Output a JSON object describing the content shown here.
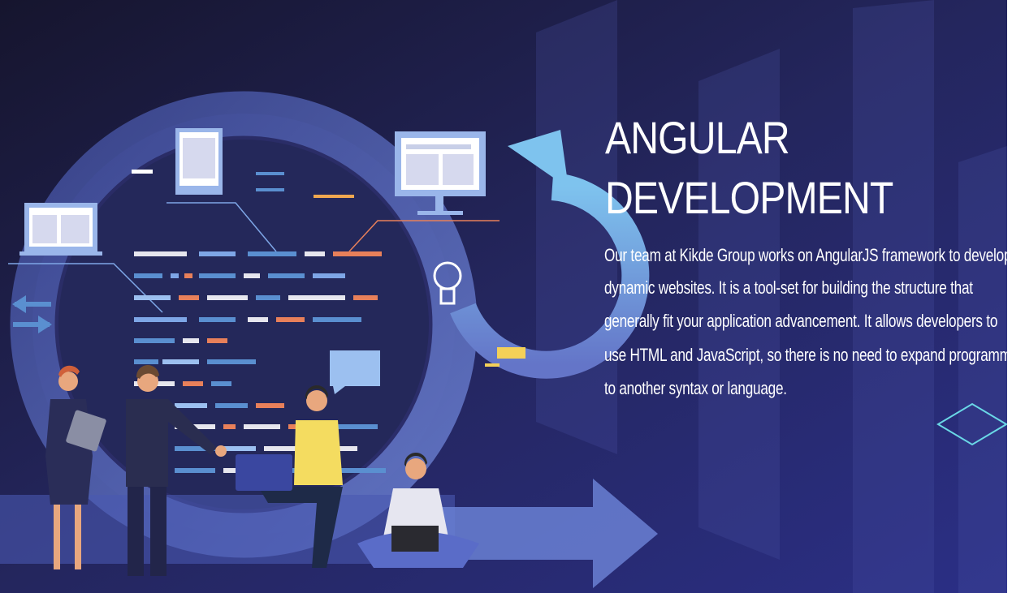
{
  "heading": {
    "line1": "ANGULAR",
    "line2": "DEVELOPMENT"
  },
  "description": [
    "Our team at Kikde Group works on AngularJS framework to develop",
    " dynamic websites. It is a tool-set for building the structure that",
    "generally fit your application advancement. It allows developers to",
    "use HTML and JavaScript, so there is no need to expand programming",
    "to another syntax or language."
  ],
  "colors": {
    "background_dark": "#1c1b3c",
    "background_blue": "#2a2e78",
    "accent_orange": "#e8805a",
    "accent_light_blue": "#8fb4e6",
    "cyan_outline": "#6ad8e6"
  }
}
